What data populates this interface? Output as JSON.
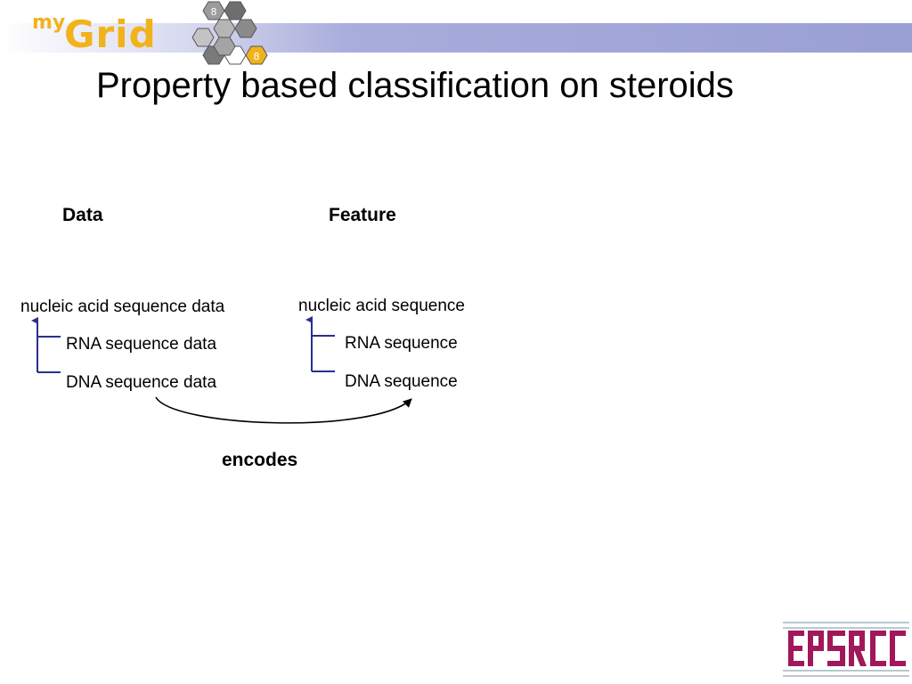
{
  "logo": {
    "prefix": "my",
    "name": "Grid",
    "hex_glyph": "8"
  },
  "slide": {
    "title": "Property based classification on steroids"
  },
  "columns": {
    "data": {
      "heading": "Data",
      "root": "nucleic acid sequence data",
      "children": [
        "RNA sequence data",
        "DNA sequence data"
      ]
    },
    "feature": {
      "heading": "Feature",
      "root": "nucleic acid sequence",
      "children": [
        "RNA sequence",
        "DNA sequence"
      ]
    }
  },
  "relation": {
    "label": "encodes"
  },
  "footer_logo": {
    "text": "EPSRC"
  },
  "colors": {
    "header_bar": "#9a9fd4",
    "logo_orange": "#f2b21b",
    "tree_lines": "#2a2f8f",
    "epsrc_text": "#a0175a"
  }
}
